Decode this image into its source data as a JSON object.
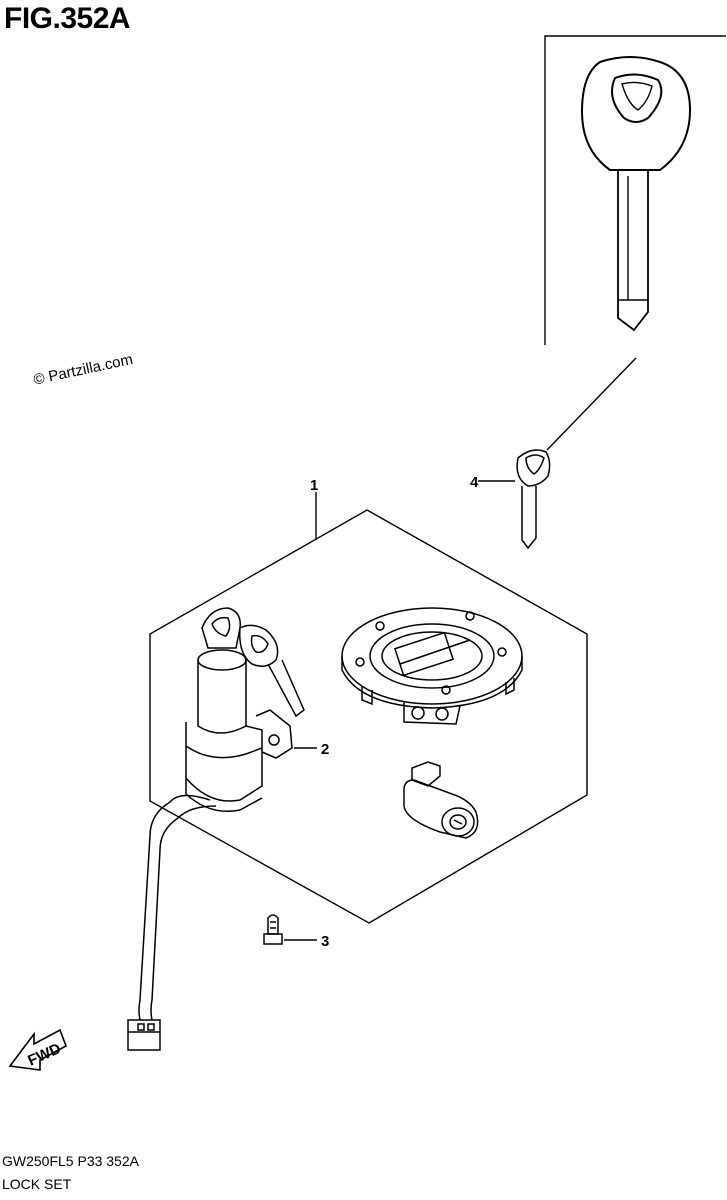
{
  "figure": {
    "title": "FIG.352A",
    "watermark": "© Partzilla.com",
    "footer_code": "GW250FL5  P33  352A",
    "footer_name": "LOCK SET"
  },
  "callouts": [
    {
      "number": "1",
      "part": "lock set"
    },
    {
      "number": "2",
      "part": "ignition switch"
    },
    {
      "number": "3",
      "part": "screw"
    },
    {
      "number": "4",
      "part": "key blank"
    }
  ],
  "direction_arrow": {
    "label": "FWD",
    "icon": "arrow-left-icon"
  },
  "colors": {
    "line": "#000000",
    "background": "#ffffff"
  }
}
